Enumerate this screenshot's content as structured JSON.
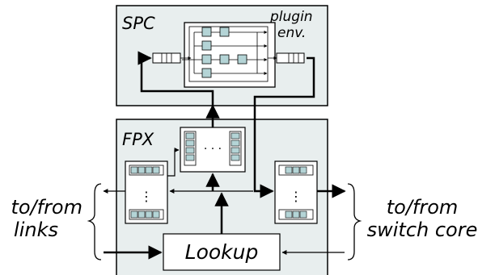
{
  "spc": {
    "title": "SPC",
    "plugin_line1": "plugin",
    "plugin_line2": "env."
  },
  "fpx": {
    "title": "FPX"
  },
  "center_queue": {
    "dots": "· · ·"
  },
  "left_queue": {
    "dots": "⋮"
  },
  "right_queue": {
    "dots": "⋮"
  },
  "lookup": {
    "label": "Lookup"
  },
  "left_side": {
    "line1": "to/from",
    "line2": "links"
  },
  "right_side": {
    "line1": "to/from",
    "line2": "switch core"
  },
  "colors": {
    "spc_fill": "#e8eeee",
    "fpx_fill": "#e8eeee",
    "cell_fill": "#b4d4d6"
  }
}
